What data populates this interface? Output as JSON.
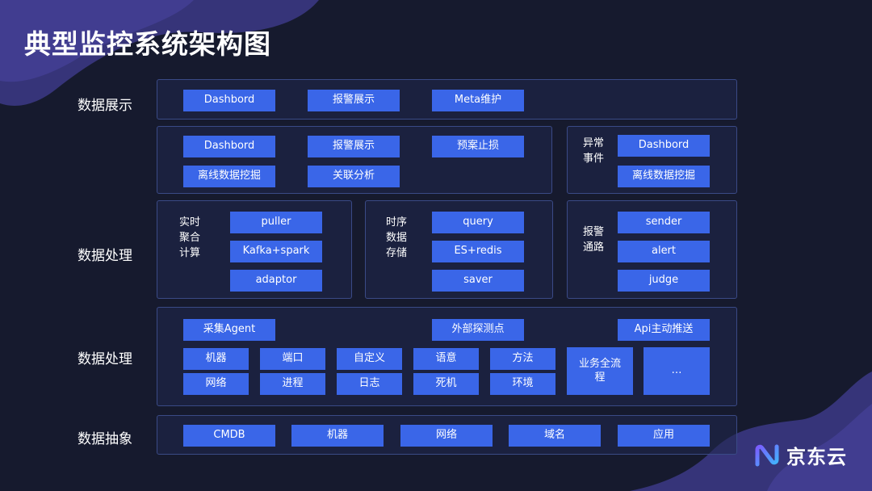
{
  "title": "典型监控系统架构图",
  "layers": {
    "display": "数据展示",
    "processing1": "数据处理",
    "processing2": "数据处理",
    "abstraction": "数据抽象"
  },
  "display_row": [
    "Dashbord",
    "报警展示",
    "Meta维护"
  ],
  "analysis_row": {
    "buttons": [
      "Dashbord",
      "报警展示",
      "预案止损",
      "离线数据挖掘",
      "关联分析"
    ],
    "event_label": [
      "异常",
      "事件"
    ],
    "event_buttons": [
      "Dashbord",
      "离线数据挖掘"
    ]
  },
  "realtime": {
    "label": [
      "实时",
      "聚合",
      "计算"
    ],
    "buttons": [
      "puller",
      "Kafka+spark",
      "adaptor"
    ]
  },
  "storage": {
    "label": [
      "时序",
      "数据",
      "存储"
    ],
    "buttons": [
      "query",
      "ES+redis",
      "saver"
    ]
  },
  "alarm": {
    "label": [
      "报警",
      "通路"
    ],
    "buttons": [
      "sender",
      "alert",
      "judge"
    ]
  },
  "collect": {
    "agent": "采集Agent",
    "probe": "外部探测点",
    "api": "Api主动推送",
    "grid": [
      "机器",
      "端口",
      "自定义",
      "语意",
      "方法",
      "网络",
      "进程",
      "日志",
      "死机",
      "环境"
    ],
    "business": "业务全流程",
    "more": "…"
  },
  "abstraction_row": [
    "CMDB",
    "机器",
    "网络",
    "域名",
    "应用"
  ],
  "logo": {
    "text": "京东云"
  },
  "colors": {
    "background": "#161a2e",
    "button": "#3a66e8",
    "panel_border": "#3a4a86"
  }
}
